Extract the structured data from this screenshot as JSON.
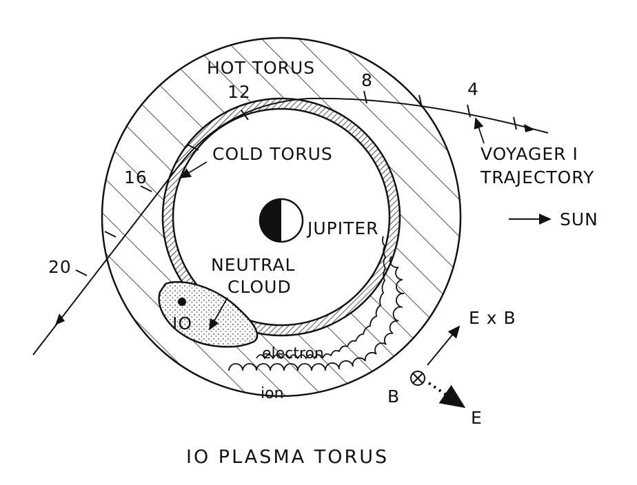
{
  "labels": {
    "hot_torus": "HOT TORUS",
    "cold_torus": "COLD TORUS",
    "jupiter": "JUPITER",
    "neutral_cloud_line1": "NEUTRAL",
    "neutral_cloud_line2": "CLOUD",
    "io": "IO",
    "voyager_line1": "VOYAGER I",
    "voyager_line2": "TRAJECTORY",
    "sun": "SUN",
    "electron": "electron",
    "ion": "ion",
    "exb": "E x B",
    "b": "B",
    "e": "E",
    "title": "IO PLASMA TORUS"
  },
  "trajectory_ticks": [
    "4",
    "8",
    "12",
    "16",
    "20"
  ]
}
